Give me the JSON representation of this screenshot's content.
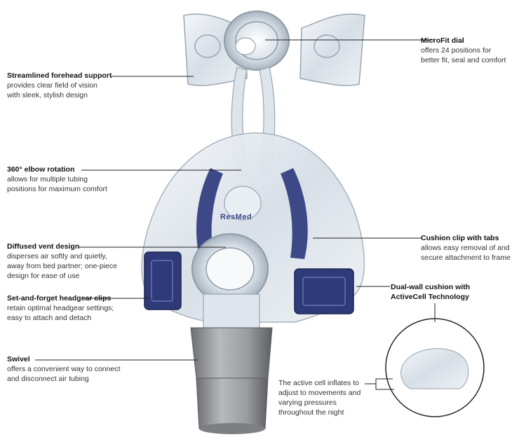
{
  "brand": {
    "logo_text": "ResMed"
  },
  "callouts": {
    "forehead": {
      "title": "Streamlined forehead support",
      "desc": "provides clear field of vision\nwith sleek, stylish design"
    },
    "elbow": {
      "title": "360° elbow rotation",
      "desc": "allows for multiple tubing\npositions for maximum comfort"
    },
    "vent": {
      "title": "Diffused vent design",
      "desc": "disperses air softly and quietly,\naway from bed partner; one-piece\ndesign for ease of use"
    },
    "clips": {
      "title": "Set-and-forget headgear clips",
      "desc": "retain optimal headgear settings;\neasy to attach and detach"
    },
    "swivel": {
      "title": "Swivel",
      "desc": "offers a convenient way to connect\nand disconnect air tubing"
    },
    "dial": {
      "title": "MicroFit dial",
      "desc": "offers 24 positions for\nbetter fit, seal and comfort"
    },
    "cushion_clip": {
      "title": "Cushion clip with tabs",
      "desc": "allows easy removal of and\nsecure attachment to frame"
    },
    "dual_wall": {
      "title": "Dual-wall cushion with\nActiveCell Technology",
      "desc": ""
    },
    "active_cell": {
      "text": "The active cell inflates to\nadjust to movements and\nvarying pressures\nthroughout the night"
    }
  },
  "colors": {
    "frame": "#c9d2dc",
    "clip_blue": "#2f3a78",
    "swivel_grey": "#8d8f92",
    "line": "#222222"
  }
}
